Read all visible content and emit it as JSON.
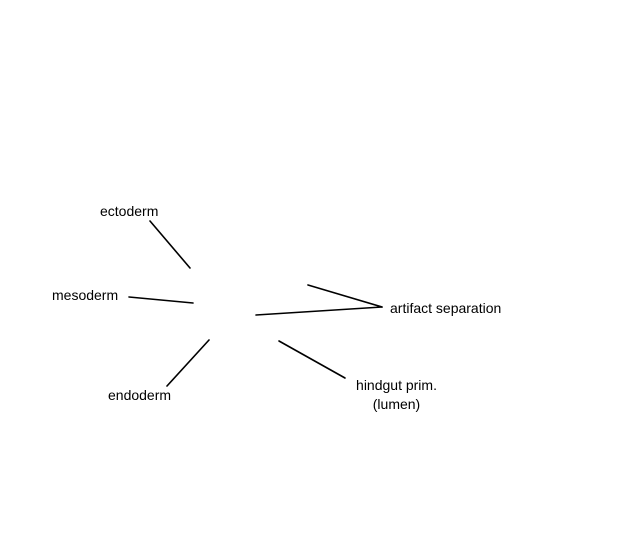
{
  "labels": {
    "ectoderm": "ectoderm",
    "mesoderm": "mesoderm",
    "endoderm": "endoderm",
    "artifact": "artifact separation",
    "hindgut_line1": "hindgut prim.",
    "hindgut_line2": "(lumen)"
  },
  "colors": {
    "background": "#ffffff",
    "leader_line": "#000000",
    "text": "#000000"
  }
}
